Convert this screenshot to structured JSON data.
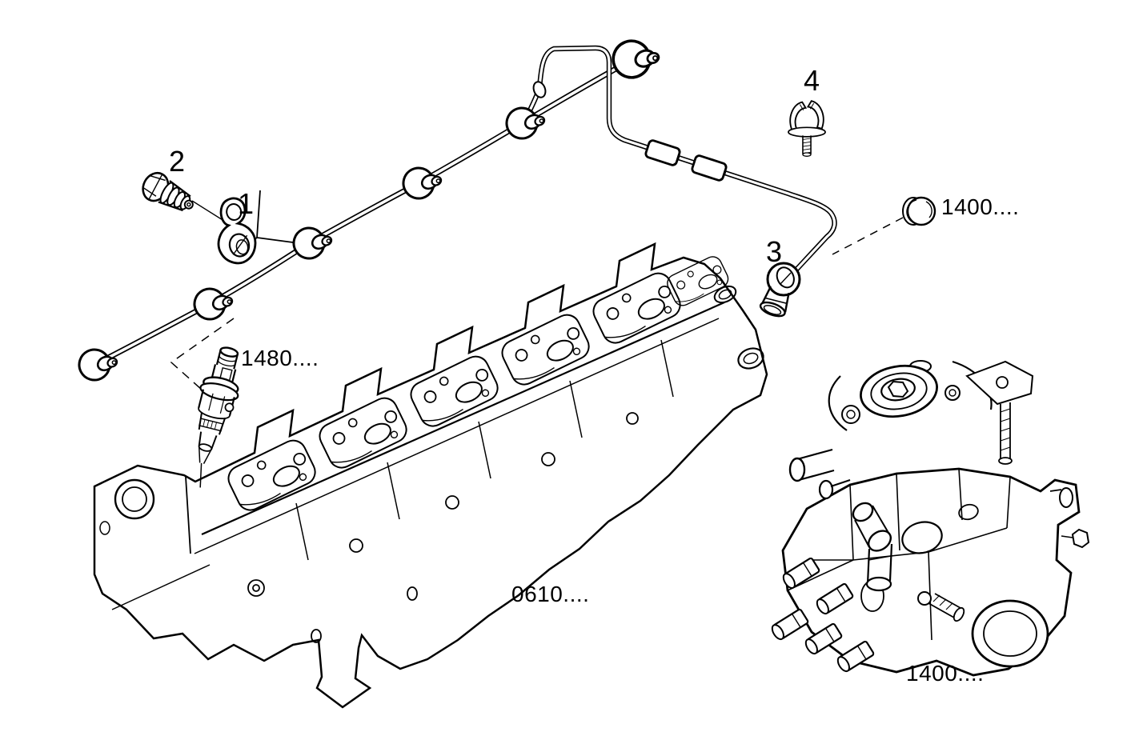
{
  "diagram": {
    "type": "exploded-parts-diagram",
    "subject": "fuel-injection-leak-off-pipe-assembly",
    "background_color": "#ffffff",
    "line_color": "#000000",
    "callouts": [
      {
        "num": "1",
        "part_name": "pipe-clamp-bracket"
      },
      {
        "num": "2",
        "part_name": "hollow-screw"
      },
      {
        "num": "3",
        "part_name": "banjo-union"
      },
      {
        "num": "4",
        "part_name": "pipe-clip"
      }
    ],
    "part_refs": [
      {
        "code": "1400....",
        "part_name": "plug-cap",
        "location": "top-right"
      },
      {
        "code": "1480....",
        "part_name": "fuel-injector",
        "location": "middle-left"
      },
      {
        "code": "0610....",
        "part_name": "cylinder-head",
        "location": "bottom-center"
      },
      {
        "code": "1400....",
        "part_name": "injection-pump",
        "location": "bottom-right"
      }
    ]
  }
}
